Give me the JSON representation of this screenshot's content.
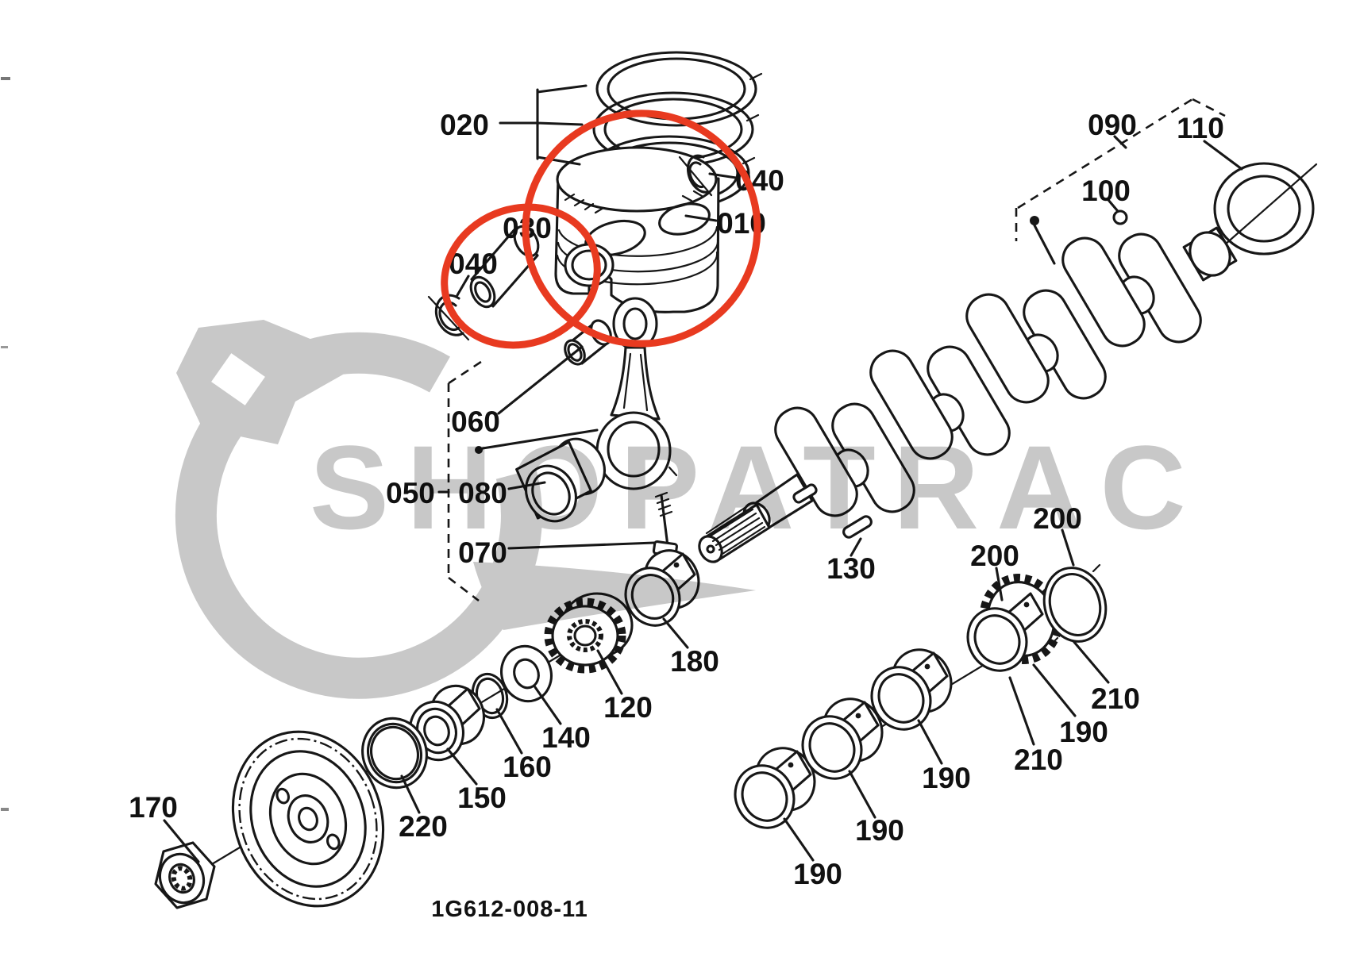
{
  "diagram": {
    "watermark": "SHOPATRAC",
    "code": "1G612-008-11",
    "ink_color": "#171717",
    "watermark_color": "#c8c8c8",
    "highlight_color": "#e83a20",
    "labels": [
      "020",
      "040",
      "010",
      "030",
      "040",
      "060",
      "050",
      "080",
      "070",
      "090",
      "110",
      "100",
      "130",
      "180",
      "120",
      "140",
      "160",
      "150",
      "220",
      "170",
      "200",
      "200",
      "210",
      "190",
      "210",
      "190",
      "190",
      "190"
    ]
  }
}
